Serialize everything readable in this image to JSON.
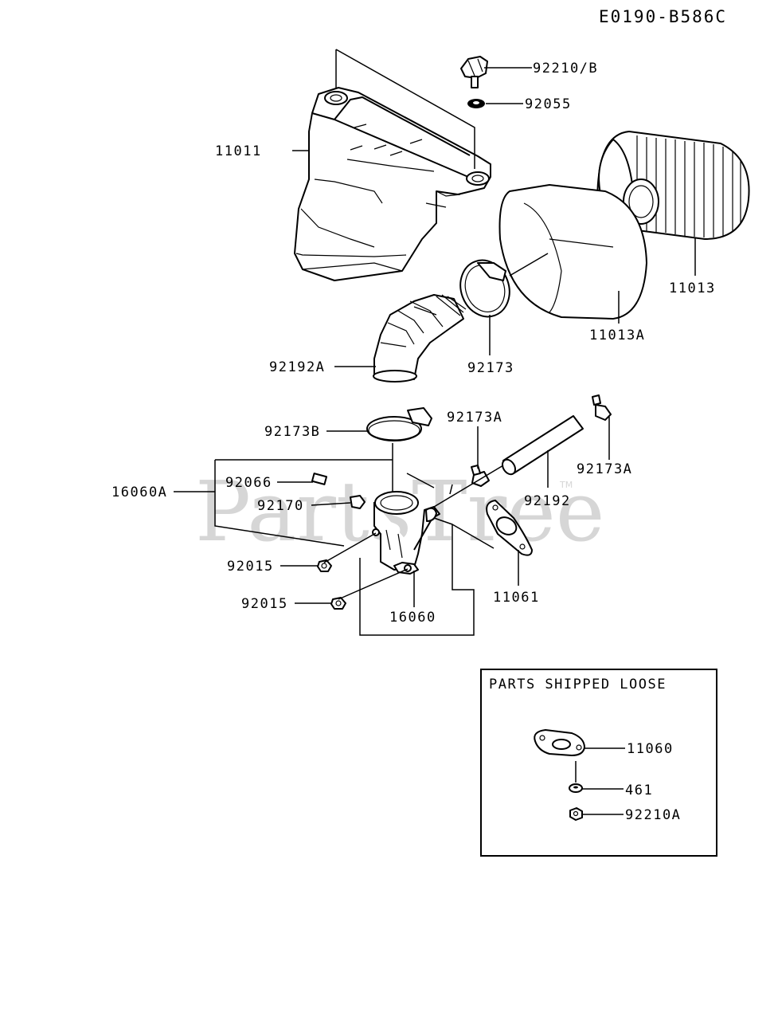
{
  "diagram_code": "E0190-B586C",
  "watermark": {
    "text": "PartsTree",
    "trademark": "TM"
  },
  "callouts": {
    "p92210b": "92210/B",
    "p92055": "92055",
    "p11011": "11011",
    "p11013": "11013",
    "p11013a": "11013A",
    "p92173": "92173",
    "p92192a": "92192A",
    "p92173b": "92173B",
    "p92173a_top": "92173A",
    "p92173a_right": "92173A",
    "p16060a": "16060A",
    "p92066": "92066",
    "p92170": "92170",
    "p92192": "92192",
    "p92015_a": "92015",
    "p92015_b": "92015",
    "p16060": "16060",
    "p11061": "11061"
  },
  "loose_box": {
    "title": "PARTS SHIPPED LOOSE",
    "p11060": "11060",
    "p461": "461",
    "p92210a": "92210A"
  }
}
